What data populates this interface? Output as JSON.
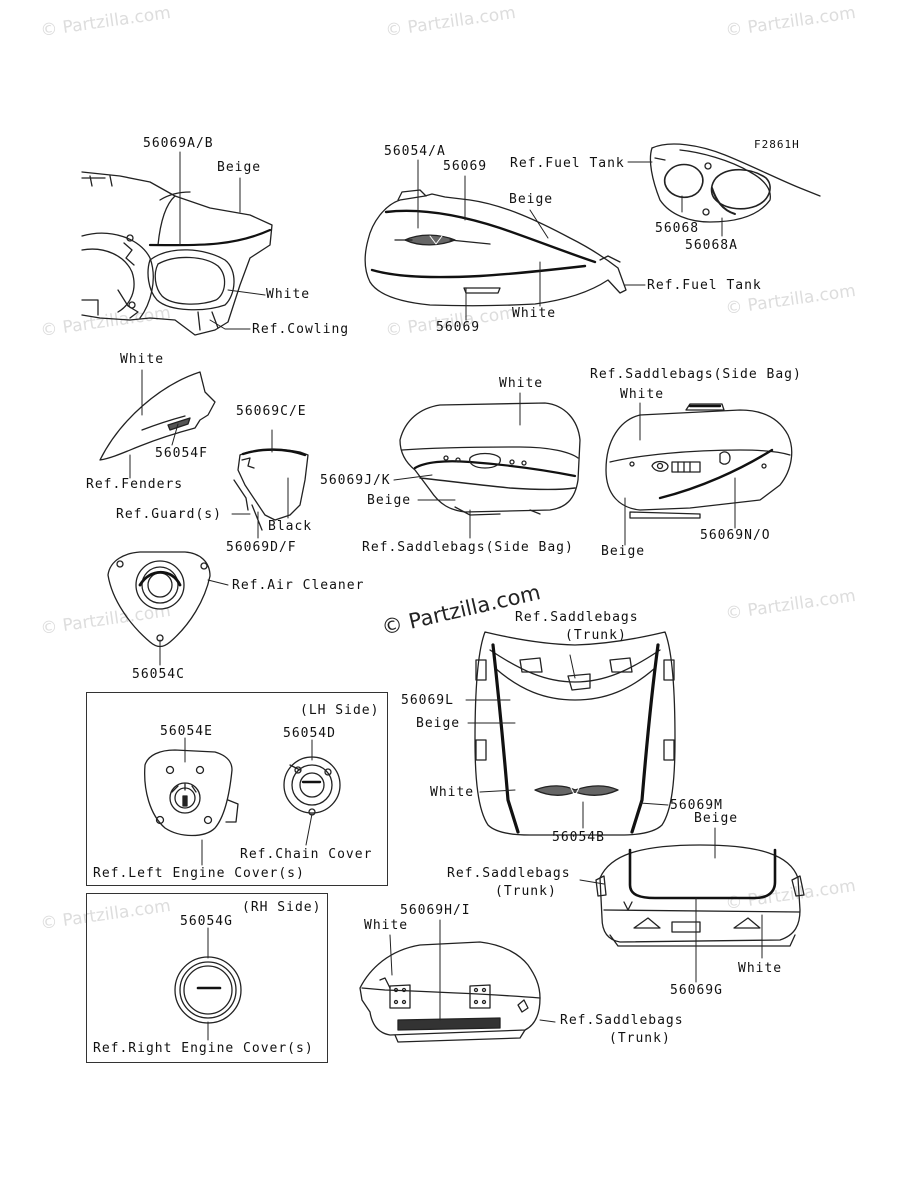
{
  "diagram_code": "F2861H",
  "watermark": "© Partzilla.com",
  "center_watermark": "© Partzilla.com",
  "labels": {
    "l_56069ab": "56069A/B",
    "l_beige1": "Beige",
    "l_white1": "White",
    "l_ref_cowling": "Ref.Cowling",
    "l_56054a": "56054/A",
    "l_56069_top": "56069",
    "l_beige2": "Beige",
    "l_white2": "White",
    "l_56069_bot": "56069",
    "l_ref_fuel_tank1": "Ref.Fuel Tank",
    "l_ref_fuel_tank2": "Ref.Fuel Tank",
    "l_56068": "56068",
    "l_56068a": "56068A",
    "l_white3": "White",
    "l_56054f": "56054F",
    "l_ref_fenders": "Ref.Fenders",
    "l_56069ce": "56069C/E",
    "l_ref_guard": "Ref.Guard(s)",
    "l_black": "Black",
    "l_56069df": "56069D/F",
    "l_white4": "White",
    "l_56069jk": "56069J/K",
    "l_beige3": "Beige",
    "l_ref_saddle_side1": "Ref.Saddlebags(Side Bag)",
    "l_ref_saddle_side2": "Ref.Saddlebags(Side Bag)",
    "l_white5": "White",
    "l_beige4": "Beige",
    "l_56069no": "56069N/O",
    "l_ref_air_cleaner": "Ref.Air Cleaner",
    "l_56054c": "56054C",
    "l_ref_saddle_trunk1a": "Ref.Saddlebags",
    "l_ref_saddle_trunk1b": "(Trunk)",
    "l_56069l": "56069L",
    "l_beige5": "Beige",
    "l_white6": "White",
    "l_56069m": "56069M",
    "l_56054b": "56054B",
    "l_lh_side": "(LH Side)",
    "l_56054e": "56054E",
    "l_56054d": "56054D",
    "l_ref_chain_cover": "Ref.Chain Cover",
    "l_ref_left_engine": "Ref.Left Engine Cover(s)",
    "l_rh_side": "(RH Side)",
    "l_56054g": "56054G",
    "l_ref_right_engine": "Ref.Right Engine Cover(s)",
    "l_56069hi": "56069H/I",
    "l_white7": "White",
    "l_ref_saddle_trunk3a": "Ref.Saddlebags",
    "l_ref_saddle_trunk3b": "(Trunk)",
    "l_ref_saddle_trunk2a": "Ref.Saddlebags",
    "l_ref_saddle_trunk2b": "(Trunk)",
    "l_beige6": "Beige",
    "l_white8": "White",
    "l_56069g": "56069G"
  }
}
